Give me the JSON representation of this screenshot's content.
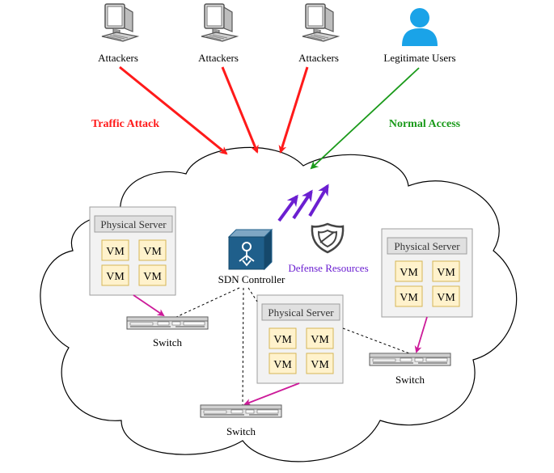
{
  "top": {
    "attackers": [
      {
        "label": "Attackers",
        "icon": "monitor-icon"
      },
      {
        "label": "Attackers",
        "icon": "monitor-icon"
      },
      {
        "label": "Attackers",
        "icon": "monitor-icon"
      }
    ],
    "legitimate_users": {
      "label": "Legitimate Users",
      "icon": "user-icon"
    },
    "traffic_attack": "Traffic Attack",
    "normal_access": "Normal Access"
  },
  "cloud": {
    "sdn_controller": {
      "label": "SDN Controller",
      "icon": "sdn-controller-icon"
    },
    "defense_resources": {
      "label": "Defense Resources",
      "icon": "shield-icon"
    },
    "servers": [
      {
        "title": "Physical Server",
        "vms": [
          "VM",
          "VM",
          "VM",
          "VM"
        ]
      },
      {
        "title": "Physical Server",
        "vms": [
          "VM",
          "VM",
          "VM",
          "VM"
        ]
      },
      {
        "title": "Physical Server",
        "vms": [
          "VM",
          "VM",
          "VM",
          "VM"
        ]
      }
    ],
    "switches": [
      {
        "label": "Switch"
      },
      {
        "label": "Switch"
      },
      {
        "label": "Switch"
      }
    ]
  },
  "colors": {
    "attack": "#ff1a1a",
    "normal": "#1a9a1a",
    "defense": "#6b1fd1",
    "vm_fill": "#fff2cc",
    "vm_stroke": "#d6b656",
    "server_fill": "#f2f2f2",
    "switch_link": "#cc1a99",
    "controller": "#1f5f8b",
    "user": "#1aa3e8"
  }
}
